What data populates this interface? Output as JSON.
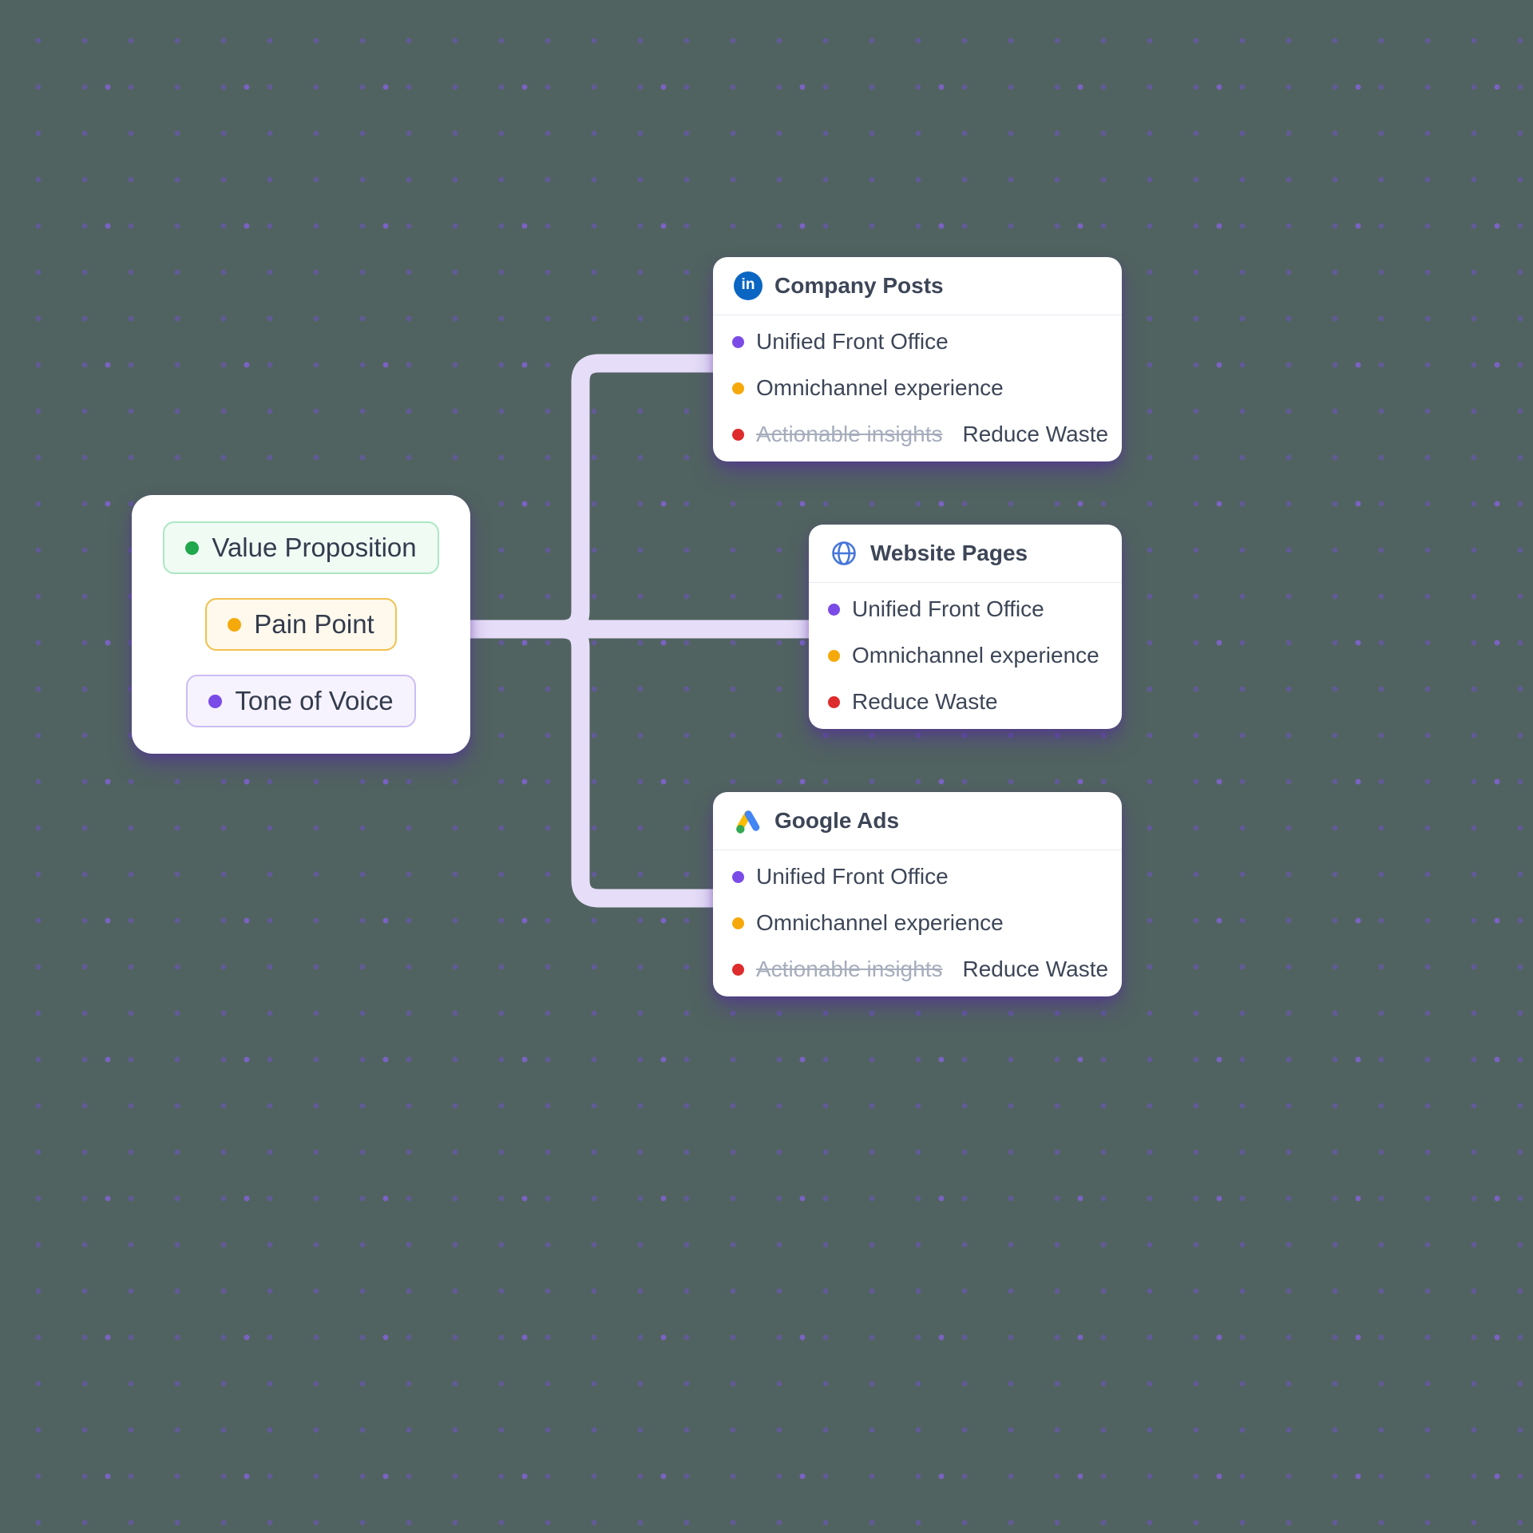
{
  "canvas": {
    "connector_color": "#E6DEF8"
  },
  "source_card": {
    "pills": [
      {
        "label": "Value Proposition",
        "dot_color": "#21A74D",
        "bg_color": "#F0FBF4",
        "border_color": "#ABE7C3"
      },
      {
        "label": "Pain Point",
        "dot_color": "#F6A90B",
        "bg_color": "#FEF9EC",
        "border_color": "#F2C14E"
      },
      {
        "label": "Tone of Voice",
        "dot_color": "#7B4BE8",
        "bg_color": "#F6F3FE",
        "border_color": "#CDBDF5"
      }
    ]
  },
  "icons": {
    "linkedin_glyph": "in",
    "linkedin_bg": "#0A66C2",
    "globe_color": "#4677D9",
    "google_yellow": "#FBBC04",
    "google_blue": "#4285F4",
    "google_green": "#34A853"
  },
  "channel_cards": [
    {
      "title": "Company Posts",
      "icon": "linkedin-icon",
      "items": [
        {
          "dot_color": "#7B4BE8",
          "text": "Unified Front Office"
        },
        {
          "dot_color": "#F6A90B",
          "text": "Omnichannel experience"
        },
        {
          "dot_color": "#DE2B2B",
          "strikethrough": "Actionable insights",
          "text": "Reduce Waste"
        }
      ]
    },
    {
      "title": "Website Pages",
      "icon": "globe-icon",
      "items": [
        {
          "dot_color": "#7B4BE8",
          "text": "Unified Front Office"
        },
        {
          "dot_color": "#F6A90B",
          "text": "Omnichannel experience"
        },
        {
          "dot_color": "#DE2B2B",
          "text": "Reduce Waste"
        }
      ]
    },
    {
      "title": "Google Ads",
      "icon": "google-ads-icon",
      "items": [
        {
          "dot_color": "#7B4BE8",
          "text": "Unified Front Office"
        },
        {
          "dot_color": "#F6A90B",
          "text": "Omnichannel experience"
        },
        {
          "dot_color": "#DE2B2B",
          "strikethrough": "Actionable insights",
          "text": "Reduce Waste"
        }
      ]
    }
  ]
}
